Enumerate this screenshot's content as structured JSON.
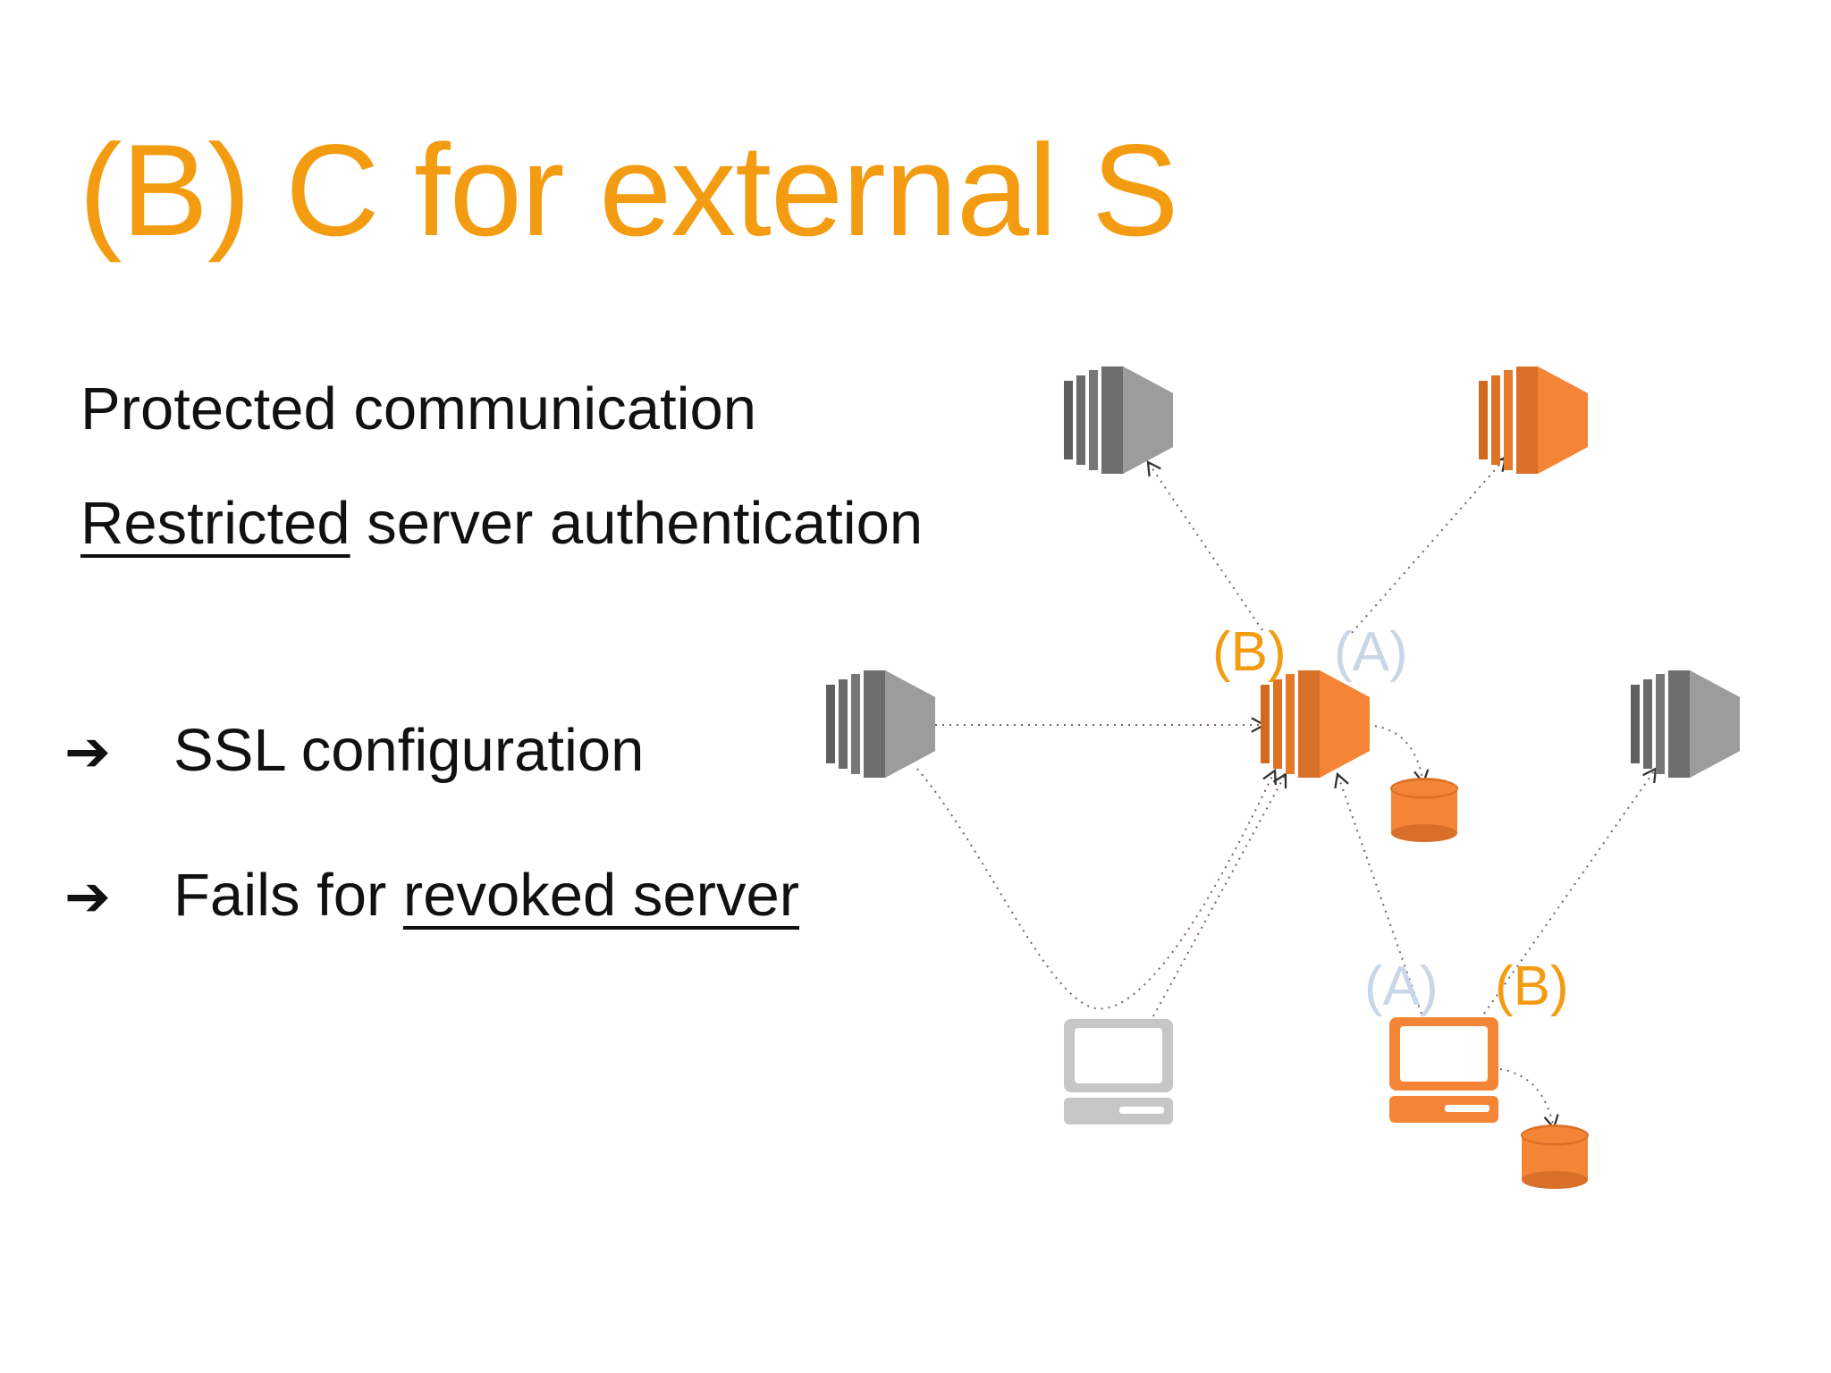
{
  "title": "(B) C for external S",
  "points": {
    "p1": "Protected communication",
    "p2_underlined": "Restricted",
    "p2_rest": " server authentication"
  },
  "bullets": {
    "arrow": "➔",
    "b1": "SSL configuration",
    "b2_prefix": "Fails for ",
    "b2_underlined": "revoked server"
  },
  "diagram": {
    "labels": {
      "center_b": "(B)",
      "center_a": "(A)",
      "client_a": "(A)",
      "client_b": "(B)"
    }
  },
  "colors": {
    "accent": "#F39C12",
    "orange_icon": "#F58536",
    "grey_icon": "#8E8E8E",
    "label_light": "#C9D6E8",
    "text": "#111111"
  }
}
